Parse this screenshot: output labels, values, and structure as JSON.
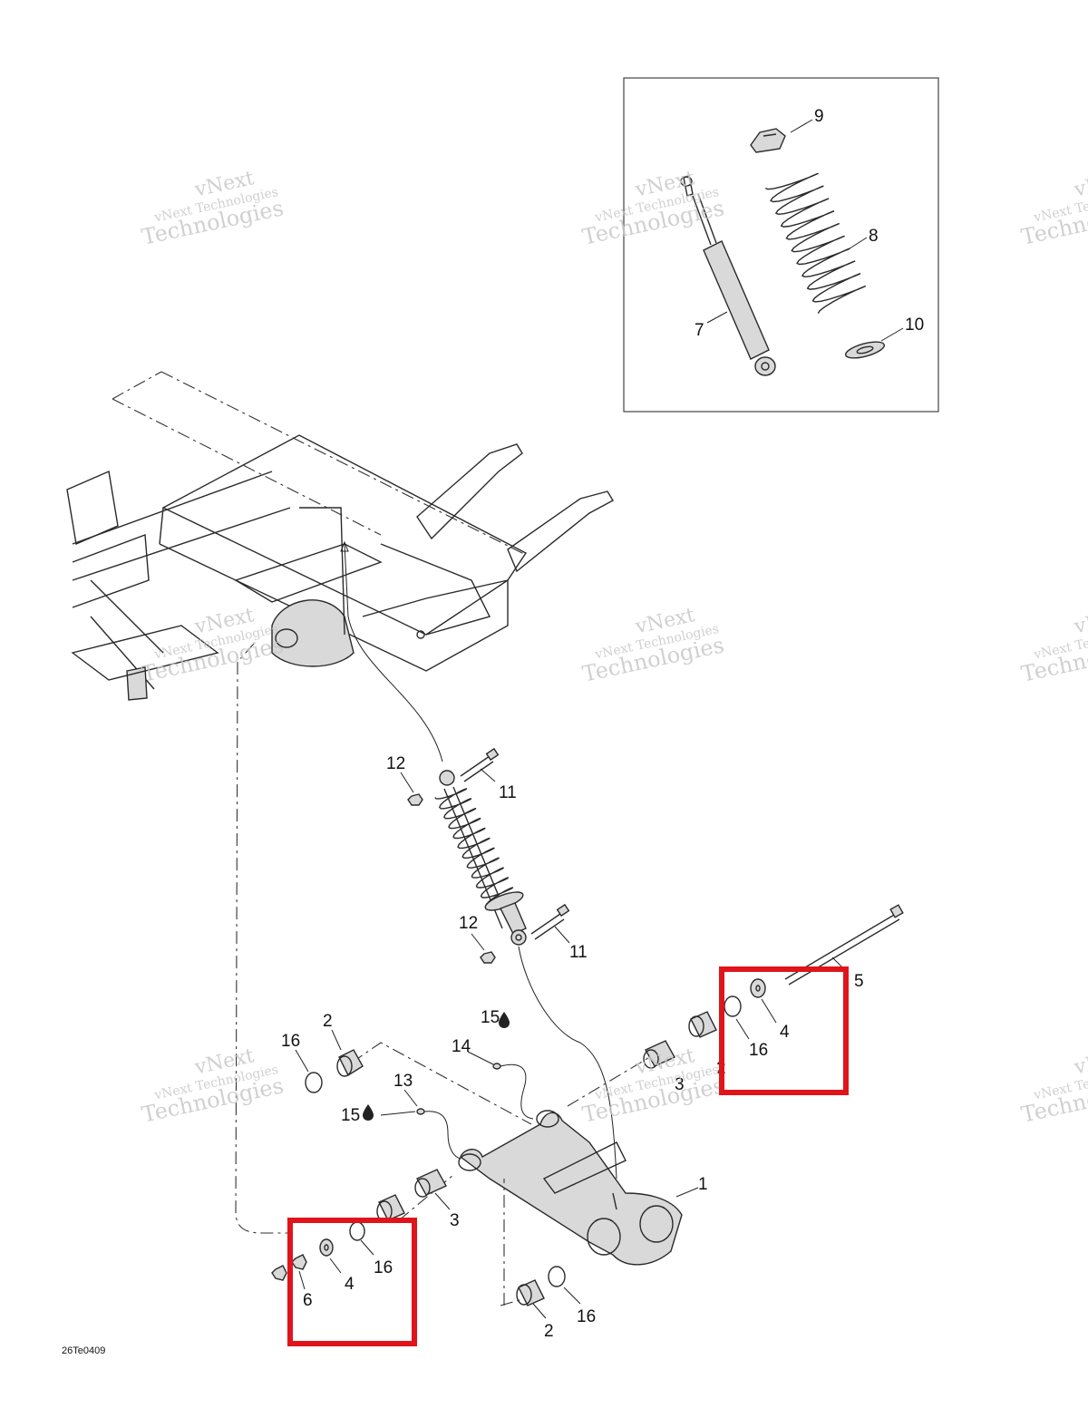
{
  "callouts": {
    "c1": "1",
    "c2a": "2",
    "c2b": "2",
    "c2c": "2",
    "c3a": "3",
    "c3b": "3",
    "c4a": "4",
    "c4b": "4",
    "c5": "5",
    "c6": "6",
    "c7": "7",
    "c8": "8",
    "c9": "9",
    "c10": "10",
    "c11a": "11",
    "c11b": "11",
    "c12a": "12",
    "c12b": "12",
    "c13": "13",
    "c14": "14",
    "c15a": "15",
    "c15b": "15",
    "c16a": "16",
    "c16b": "16",
    "c16c": "16",
    "c16d": "16"
  },
  "drawing_code": "26Te0409",
  "watermark": {
    "line1": "vNext",
    "line2": "vNext Technologies",
    "line3": "Technologies"
  },
  "highlight_color": "#e0141b"
}
